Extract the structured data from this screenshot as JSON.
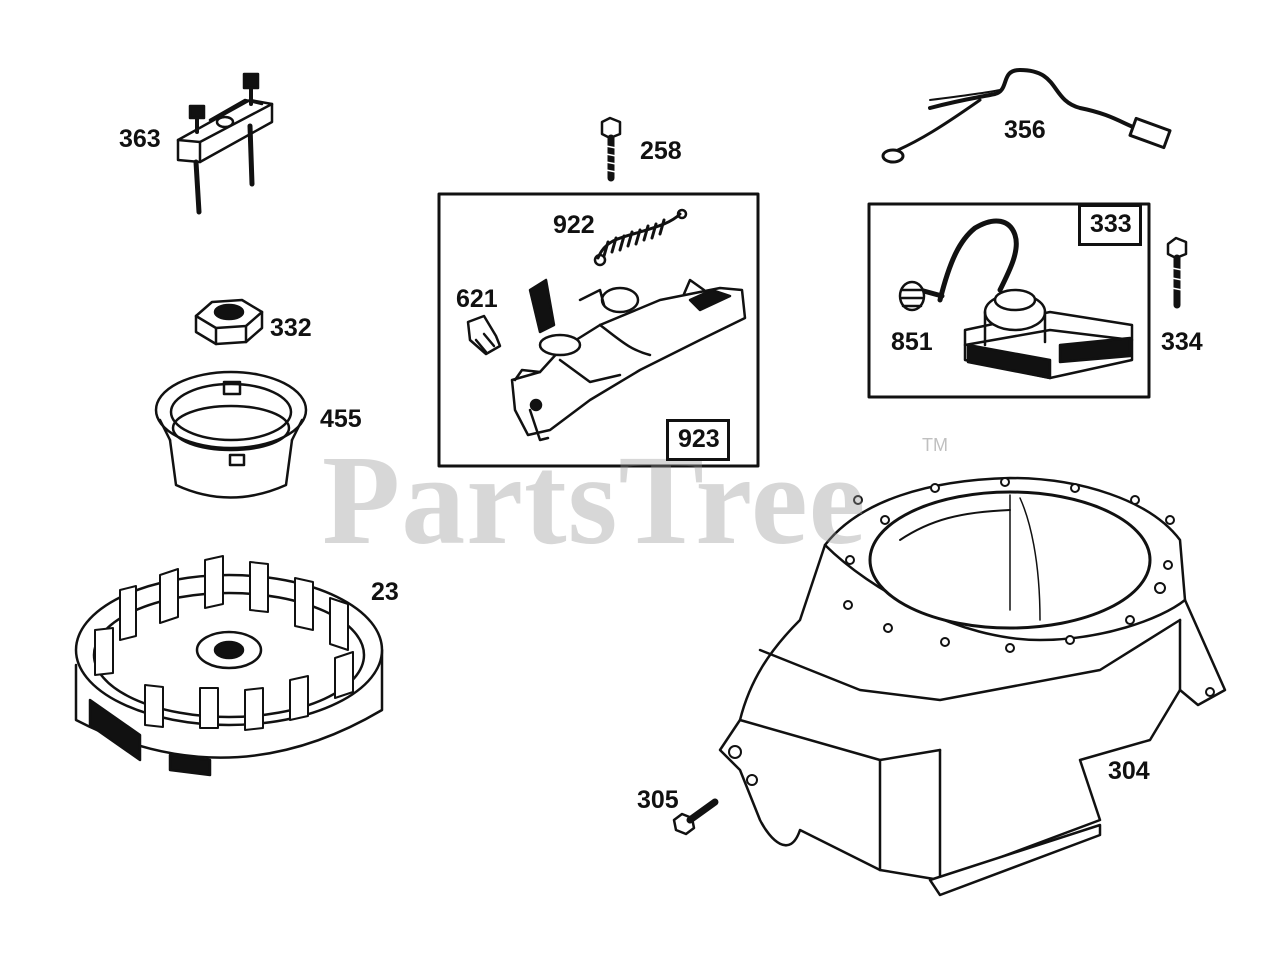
{
  "watermark": {
    "text": "PartsTree",
    "tm": "TM"
  },
  "parts": {
    "p363": "363",
    "p332": "332",
    "p455": "455",
    "p23": "23",
    "p258": "258",
    "p922": "922",
    "p621": "621",
    "p923": "923",
    "p356": "356",
    "p333": "333",
    "p851": "851",
    "p334": "334",
    "p304": "304",
    "p305": "305"
  },
  "colors": {
    "ink": "#111111",
    "watermark": "#969696"
  }
}
